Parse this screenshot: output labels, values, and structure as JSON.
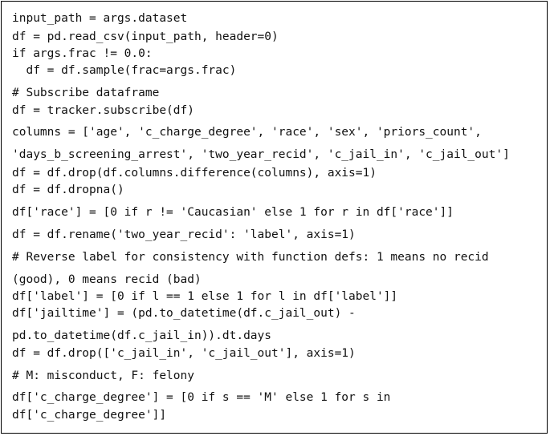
{
  "code": {
    "lines": [
      "input_path = args.dataset",
      "df = pd.read_csv(input_path, header=0)",
      "if args.frac != 0.0:",
      "  df = df.sample(frac=args.frac)",
      "# Subscribe dataframe",
      "df = tracker.subscribe(df)",
      "columns = ['age', 'c_charge_degree', 'race', 'sex', 'priors_count',",
      "'days_b_screening_arrest', 'two_year_recid', 'c_jail_in', 'c_jail_out']",
      "df = df.drop(df.columns.difference(columns), axis=1)",
      "df = df.dropna()",
      "df['race'] = [0 if r != 'Caucasian' else 1 for r in df['race']]",
      "df = df.rename('two_year_recid': 'label', axis=1)",
      "# Reverse label for consistency with function defs: 1 means no recid",
      "(good), 0 means recid (bad)",
      "df['label'] = [0 if l == 1 else 1 for l in df['label']]",
      "df['jailtime'] = (pd.to_datetime(df.c_jail_out) -",
      "pd.to_datetime(df.c_jail_in)).dt.days",
      "df = df.drop(['c_jail_in', 'c_jail_out'], axis=1)",
      "# M: misconduct, F: felony",
      "df['c_charge_degree'] = [0 if s == 'M' else 1 for s in",
      "df['c_charge_degree']]"
    ]
  }
}
